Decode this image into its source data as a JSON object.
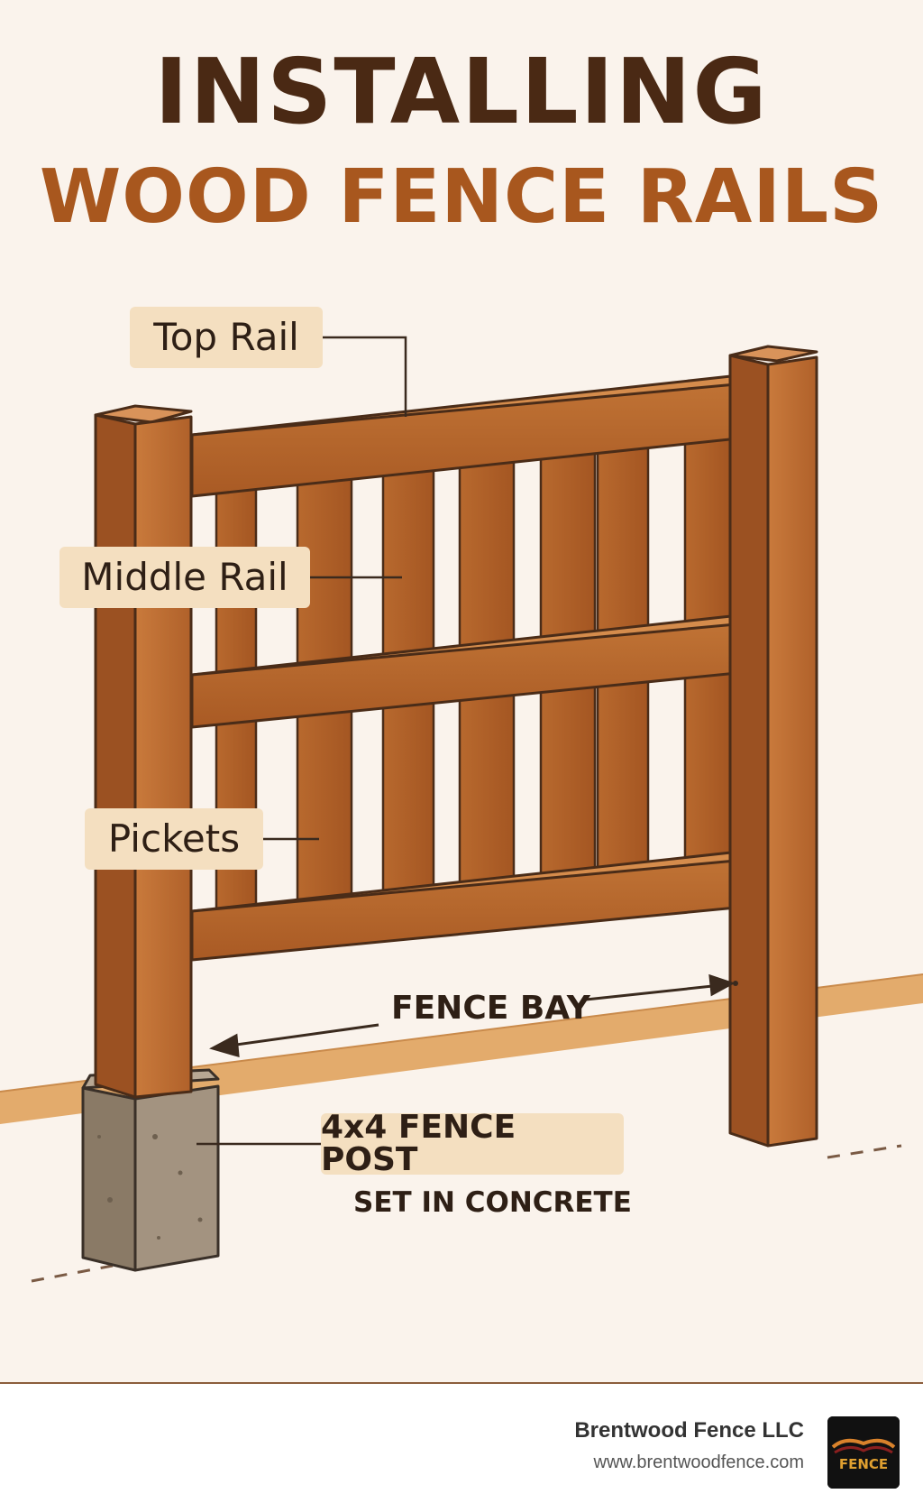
{
  "title": {
    "line1": "INSTALLING",
    "line2": "WOOD FENCE RAILS"
  },
  "labels": {
    "top_rail": "Top Rail",
    "middle_rail": "Middle Rail",
    "pickets": "Pickets",
    "fence_bay": "FENCE BAY",
    "fence_post": "4x4 FENCE POST",
    "concrete": "SET IN CONCRETE"
  },
  "footer": {
    "company": "Brentwood Fence LLC",
    "website": "www.brentwoodfence.com",
    "logo_text": "FENCE"
  },
  "colors": {
    "background": "#faf3ec",
    "title_dark": "#4a2914",
    "title_accent": "#a8571e",
    "wood": "#b4652b",
    "label_bg": "#f4dfc0",
    "ground": "#e0a868"
  }
}
